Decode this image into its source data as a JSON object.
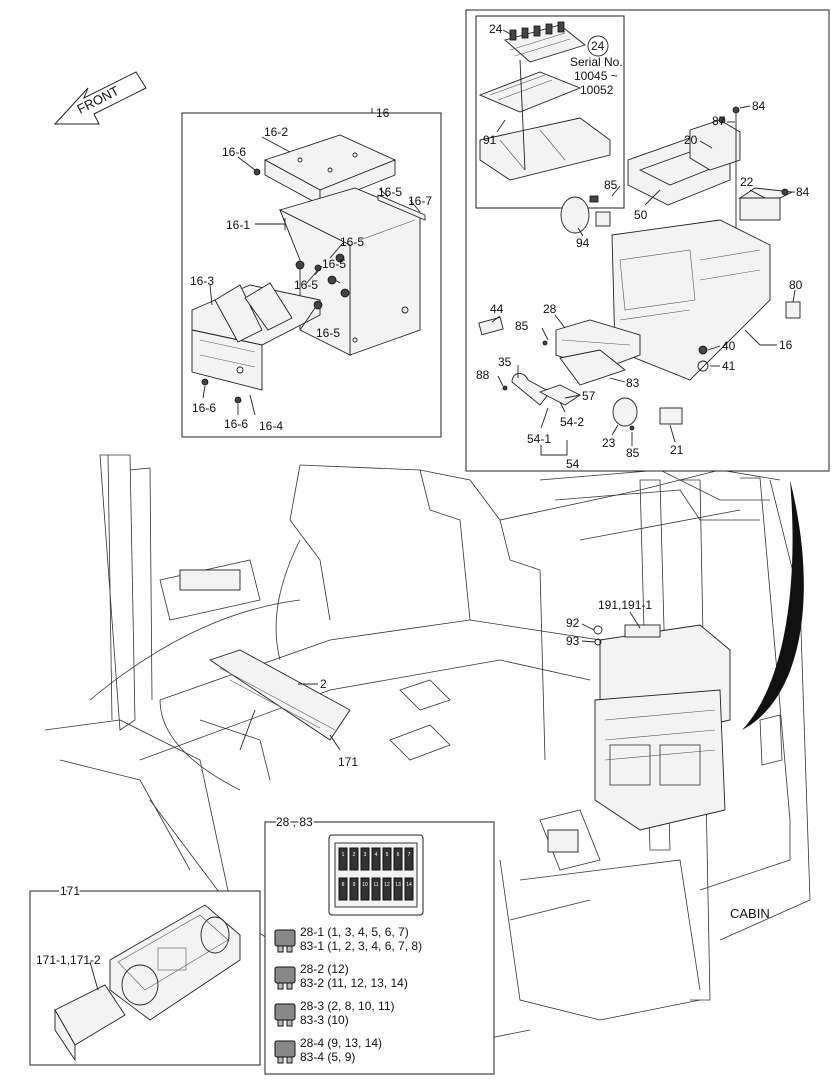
{
  "labels": {
    "front": "FRONT",
    "cabin": "CABIN",
    "box16": {
      "title": "16",
      "p16_2": "16-2",
      "p16_6a": "16-6",
      "p16_5a": "16-5",
      "p16_7": "16-7",
      "p16_1": "16-1",
      "p16_5b": "16-5",
      "p16_5c": "16-5",
      "p16_5d": "16-5",
      "p16_3": "16-3",
      "p16_5e": "16-5",
      "p16_6b": "16-6",
      "p16_6c": "16-6",
      "p16_4": "16-4"
    },
    "boxMain": {
      "p24": "24",
      "p24circle": "24",
      "serial": "Serial No.",
      "serialRange1": "10045 ~",
      "serialRange2": "10052",
      "p91": "91",
      "p87": "87",
      "p84a": "84",
      "p20": "20",
      "p85a": "85",
      "p22": "22",
      "p84b": "84",
      "p50": "50",
      "p94": "94",
      "p80": "80",
      "p44": "44",
      "p28": "28",
      "p85b": "85",
      "p40": "40",
      "p16": "16",
      "p35": "35",
      "p41": "41",
      "p88": "88",
      "p83": "83",
      "p57": "57",
      "p54_2": "54-2",
      "p54_1": "54-1",
      "p23": "23",
      "p85c": "85",
      "p21": "21",
      "p54": "54"
    },
    "cab": {
      "p191": "191,191-1",
      "p92": "92",
      "p93": "93",
      "p2": "2",
      "p171": "171"
    },
    "box171": {
      "title": "171",
      "p171_1": "171-1,171-2"
    },
    "fuseBox": {
      "title": "28 , 83",
      "legend": [
        {
          "a": "28-1  (1, 3, 4, 5, 6, 7)",
          "b": "83-1  (1, 2, 3, 4, 6, 7, 8)"
        },
        {
          "a": "28-2  (12)",
          "b": "83-2  (11, 12, 13, 14)"
        },
        {
          "a": "28-3  (2, 8, 10, 11)",
          "b": "83-3  (10)"
        },
        {
          "a": "28-4  (9, 13, 14)",
          "b": "83-4  (5, 9)"
        }
      ],
      "topNums": [
        "1",
        "2",
        "3",
        "4",
        "5",
        "6",
        "7"
      ],
      "botNums": [
        "8",
        "9",
        "10",
        "11",
        "12",
        "13",
        "14"
      ]
    }
  }
}
